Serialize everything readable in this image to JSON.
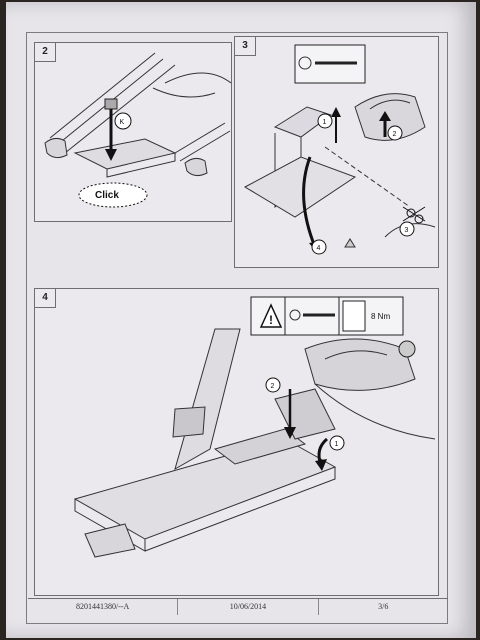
{
  "panels": {
    "p2": {
      "number": "2",
      "callout": "K",
      "click_text": "Click"
    },
    "p3": {
      "number": "3",
      "steps": [
        "1",
        "2",
        "3",
        "4"
      ]
    },
    "p4": {
      "number": "4",
      "steps": [
        "1",
        "2"
      ],
      "torque": "8 Nm"
    }
  },
  "footer": {
    "reference": "8201441380/--A",
    "date": "10/06/2014",
    "page": "3/6"
  },
  "colors": {
    "paper": "#e7e5ea",
    "ink": "#2a2a2a",
    "background": "#2b2522"
  }
}
